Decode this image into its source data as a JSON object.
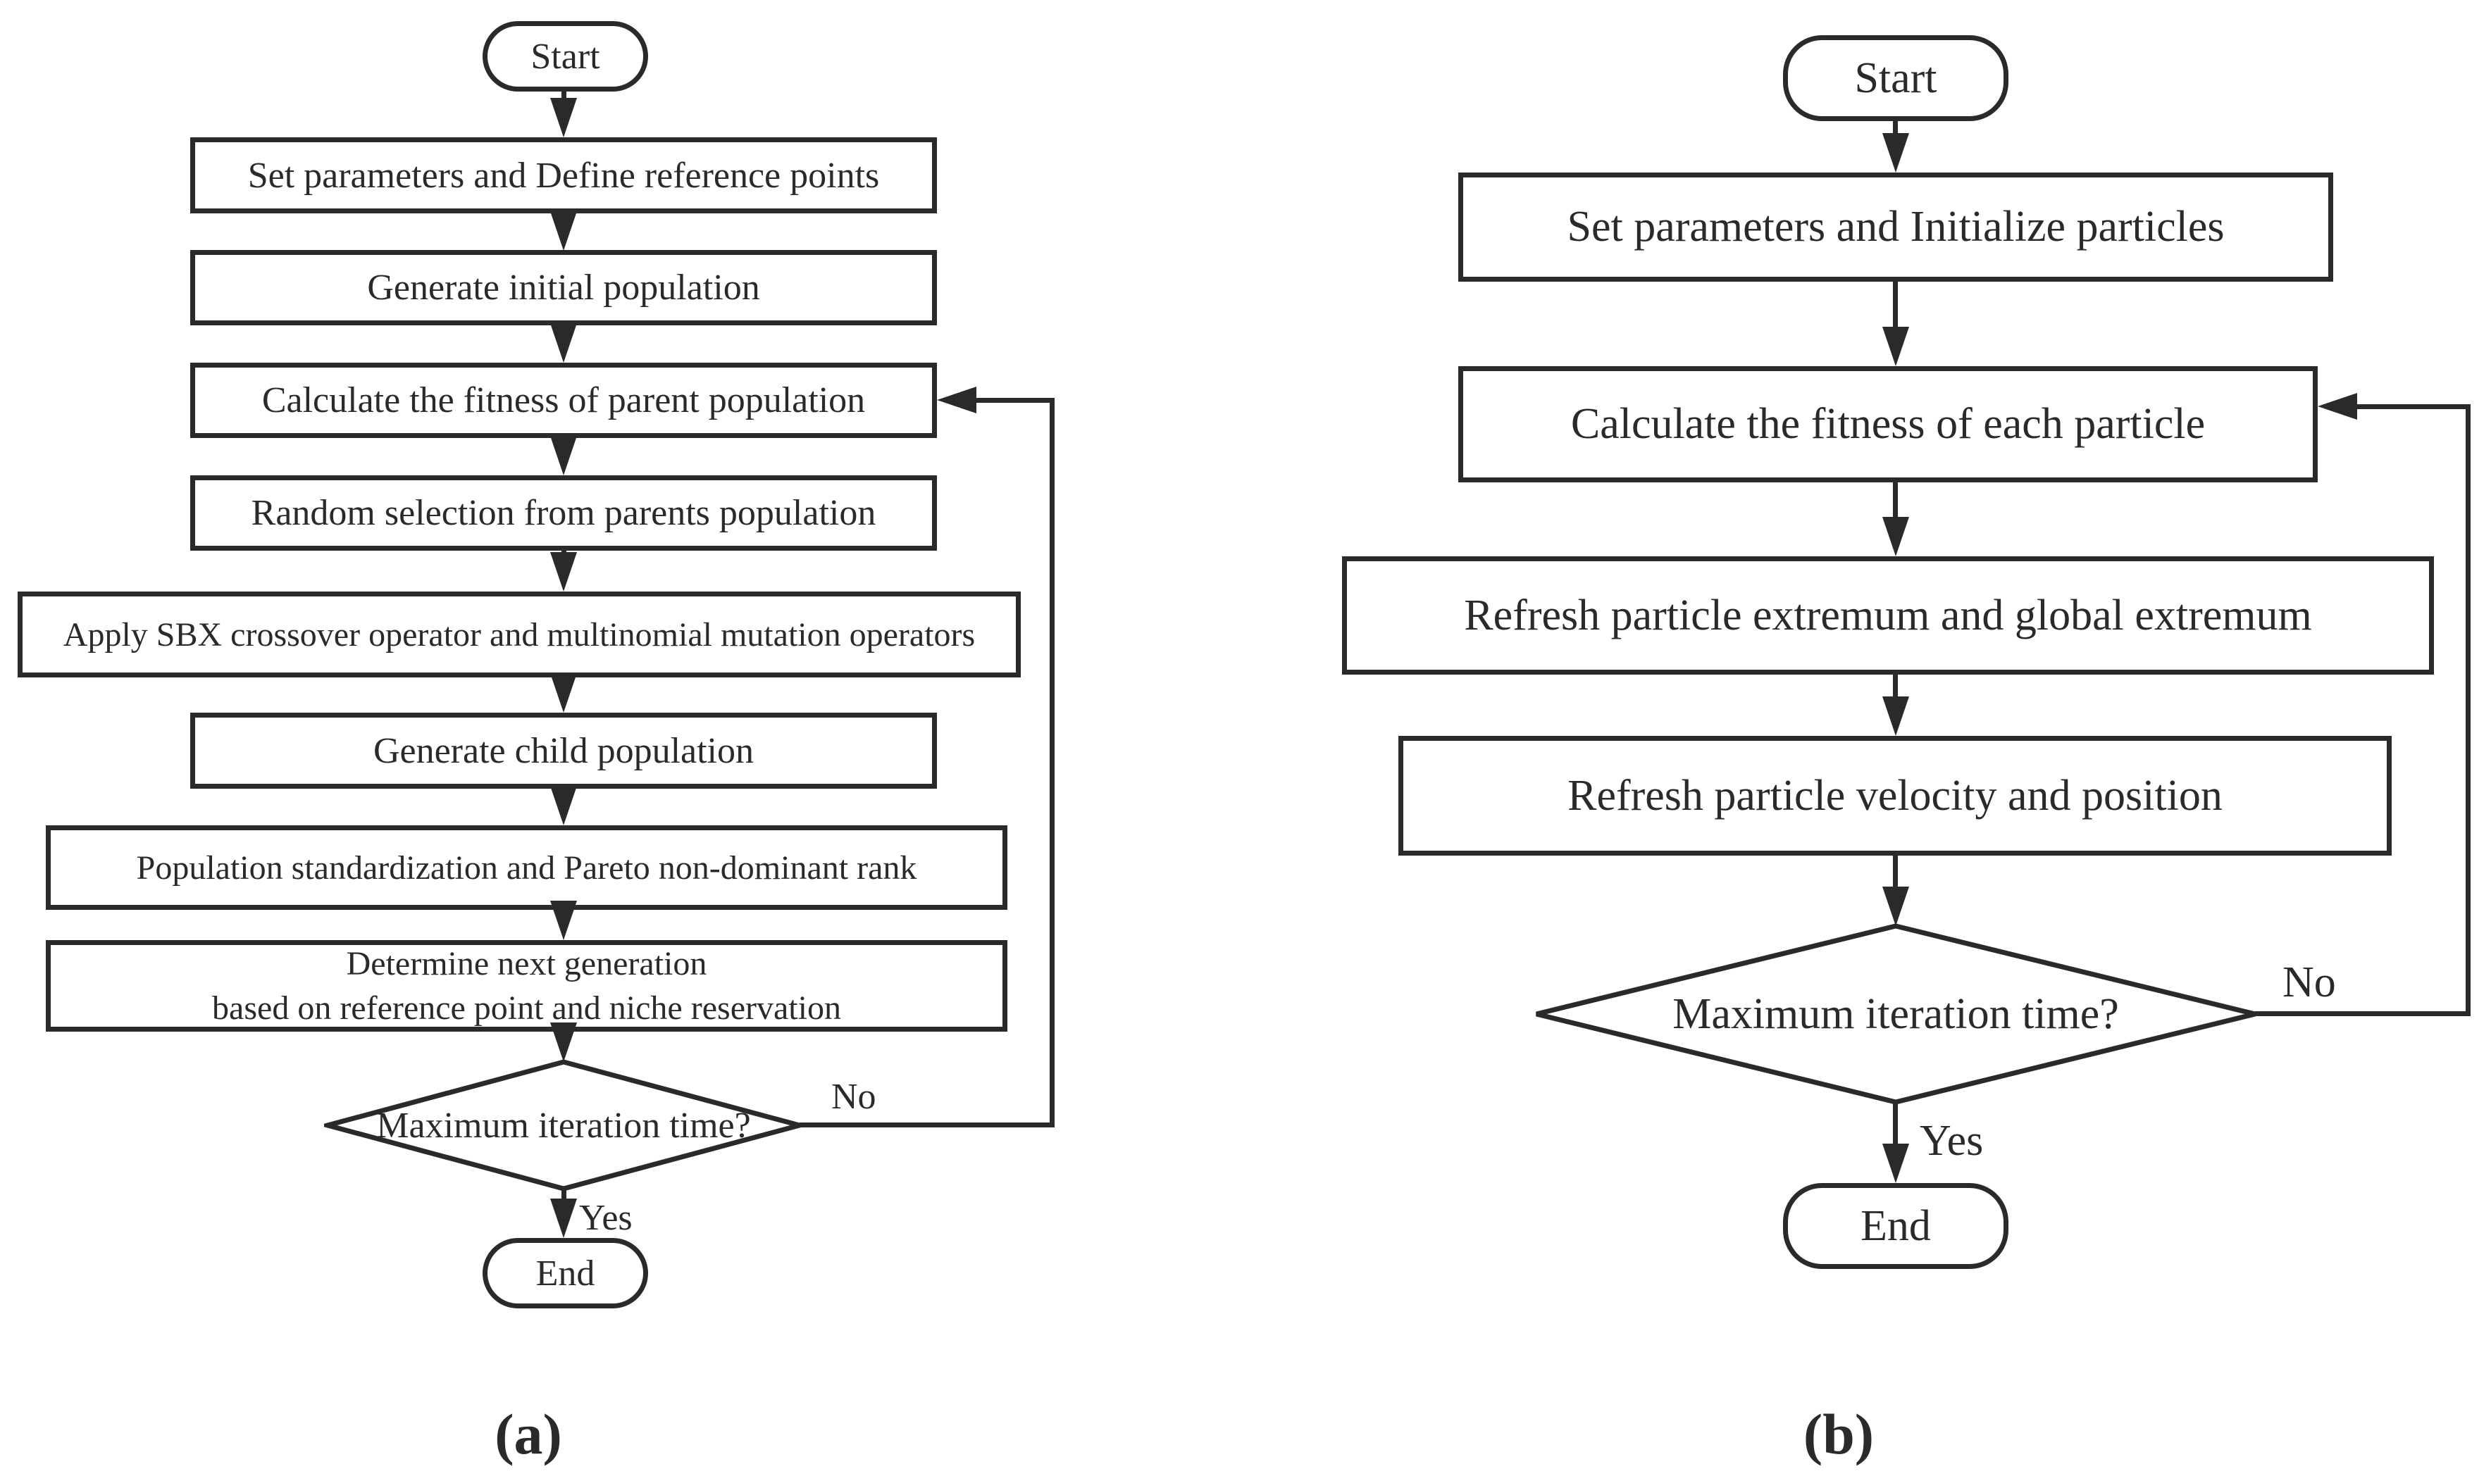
{
  "colors": {
    "stroke": "#2a2a2a",
    "background": "#ffffff"
  },
  "panel_a": {
    "caption": "(a)",
    "nodes": {
      "start": "Start",
      "set_parameters": "Set parameters and Define reference points",
      "generate_initial": "Generate initial population",
      "calculate_fitness": "Calculate the fitness of parent population",
      "random_selection": "Random selection from parents population",
      "apply_sbx": "Apply SBX crossover operator and multinomial mutation operators",
      "generate_child": "Generate child population",
      "population_standardization": "Population standardization and Pareto non-dominant rank",
      "determine_next_line1": "Determine next generation",
      "determine_next_line2": "based on reference point and niche reservation",
      "decision": "Maximum iteration time?",
      "end": "End"
    },
    "edge_labels": {
      "no": "No",
      "yes": "Yes"
    }
  },
  "panel_b": {
    "caption": "(b)",
    "nodes": {
      "start": "Start",
      "set_parameters": "Set parameters and Initialize particles",
      "calculate_fitness": "Calculate the fitness of each particle",
      "refresh_extremum": "Refresh particle extremum and global extremum",
      "refresh_velocity": "Refresh particle velocity and position",
      "decision": "Maximum iteration time?",
      "end": "End"
    },
    "edge_labels": {
      "no": "No",
      "yes": "Yes"
    }
  }
}
